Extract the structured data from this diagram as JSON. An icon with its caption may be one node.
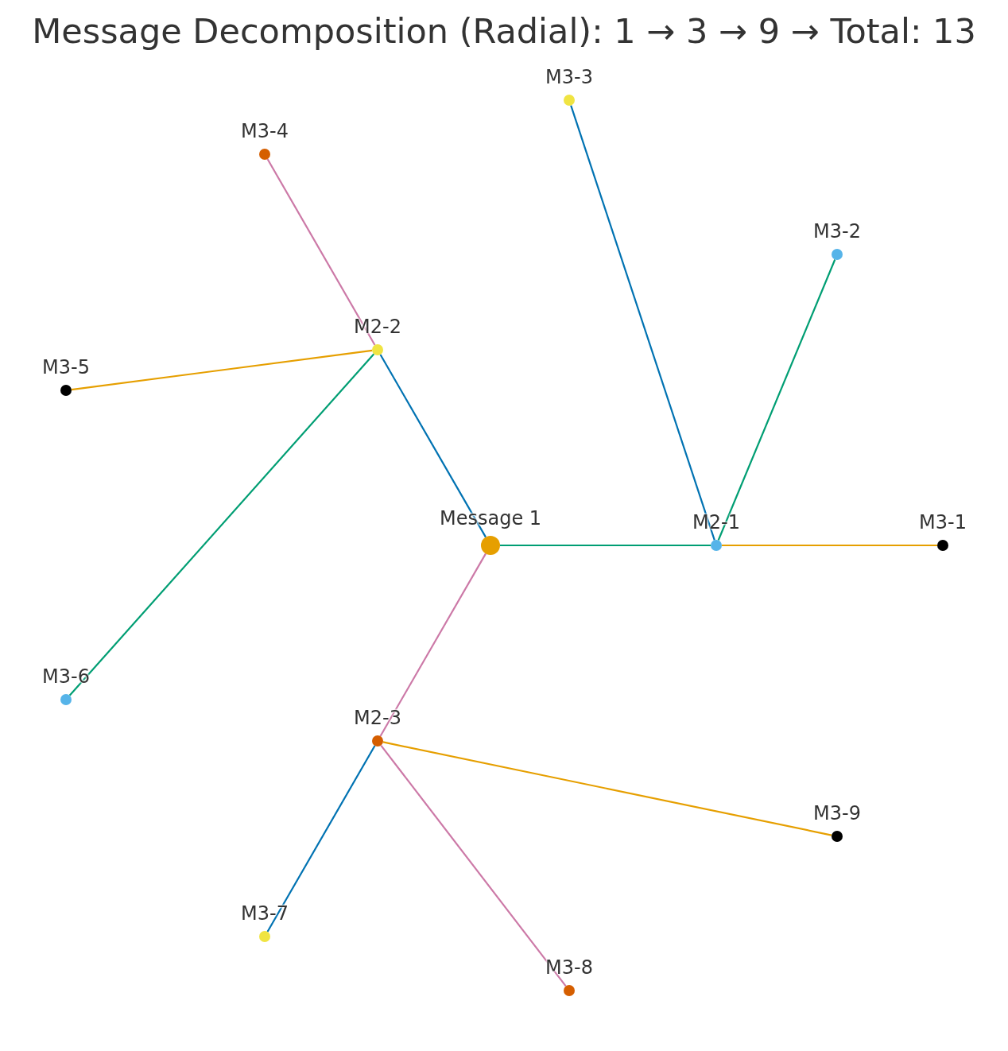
{
  "diagram": {
    "title": "Message Decomposition (Radial): 1 → 3 → 9 → Total: 13",
    "nodes": [
      {
        "text": [
          "Message 1"
        ]
      },
      {
        "text": [
          "M2-1"
        ]
      },
      {
        "text": [
          "M2-2"
        ]
      },
      {
        "text": [
          "M2-3"
        ]
      },
      {
        "text": [
          "M3-1"
        ]
      },
      {
        "text": [
          "M3-2"
        ]
      },
      {
        "text": [
          "M3-3"
        ]
      },
      {
        "text": [
          "M3-4"
        ]
      },
      {
        "text": [
          "M3-5"
        ]
      },
      {
        "text": [
          "M3-6"
        ]
      },
      {
        "text": [
          "M3-7"
        ]
      },
      {
        "text": [
          "M3-8"
        ]
      },
      {
        "text": [
          "M3-9"
        ]
      }
    ],
    "edges": [
      {
        "from": 0,
        "to": 1,
        "arrow": "none",
        "color": "#009e73"
      },
      {
        "from": 0,
        "to": 2,
        "arrow": "none",
        "color": "#0072b2"
      },
      {
        "from": 0,
        "to": 3,
        "arrow": "none",
        "color": "#cc79a7"
      },
      {
        "from": 1,
        "to": 4,
        "arrow": "none",
        "color": "#e69f00"
      },
      {
        "from": 1,
        "to": 5,
        "arrow": "none",
        "color": "#009e73"
      },
      {
        "from": 1,
        "to": 6,
        "arrow": "none",
        "color": "#0072b2"
      },
      {
        "from": 2,
        "to": 7,
        "arrow": "none",
        "color": "#cc79a7"
      },
      {
        "from": 2,
        "to": 8,
        "arrow": "none",
        "color": "#e69f00"
      },
      {
        "from": 2,
        "to": 9,
        "arrow": "none",
        "color": "#009e73"
      },
      {
        "from": 3,
        "to": 10,
        "arrow": "none",
        "color": "#0072b2"
      },
      {
        "from": 3,
        "to": 11,
        "arrow": "none",
        "color": "#cc79a7"
      },
      {
        "from": 3,
        "to": 12,
        "arrow": "none",
        "color": "#e69f00"
      }
    ]
  }
}
